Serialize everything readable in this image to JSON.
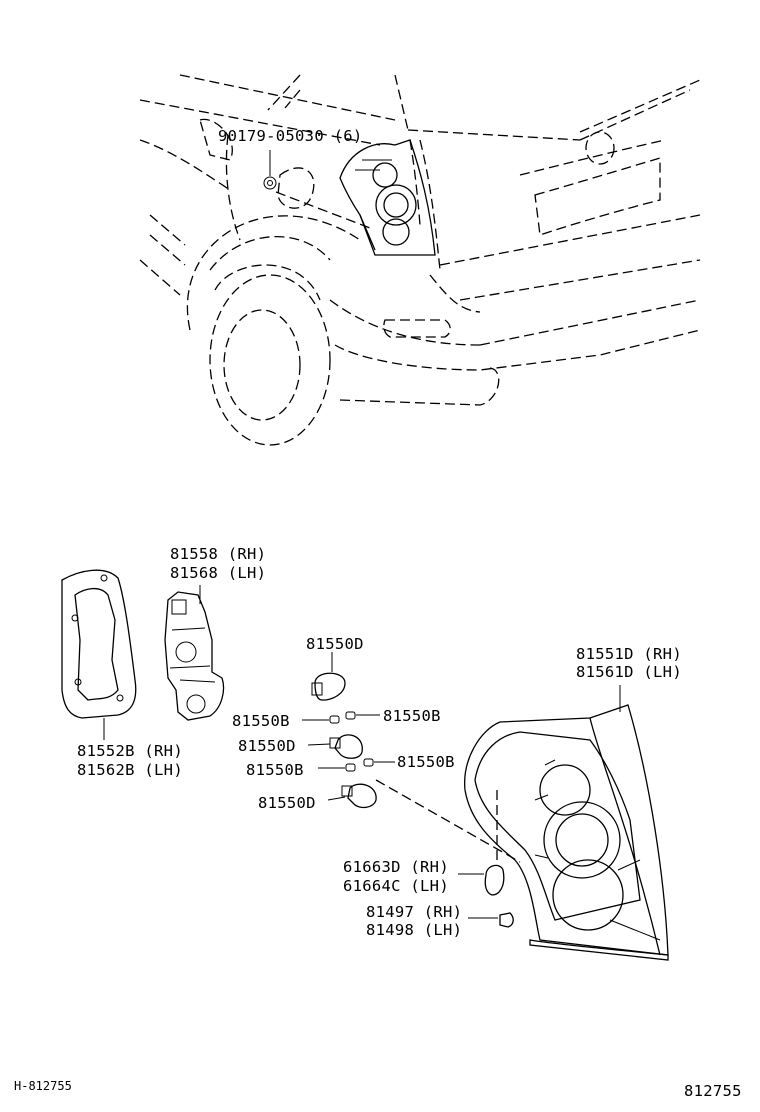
{
  "diagram_id": "H-812755",
  "figure_number": "812755",
  "labels": {
    "bolt_part": "90179-05030 (6)",
    "lamp_socket_rh": "81558 (RH)",
    "lamp_socket_lh": "81568 (LH)",
    "bulb_d_top": "81550D",
    "bulb_b_left_1": "81550B",
    "bulb_b_right_1": "81550B",
    "bulb_d_mid": "81550D",
    "bulb_b_left_2": "81550B",
    "bulb_b_right_2": "81550B",
    "bulb_d_bottom": "81550D",
    "gasket_rh": "81552B (RH)",
    "gasket_lh": "81562B (LH)",
    "lens_rh": "81551D (RH)",
    "lens_lh": "81561D (LH)",
    "cushion_rh": "61663D (RH)",
    "cushion_lh": "61664C (LH)",
    "clip_rh": "81497 (RH)",
    "clip_lh": "81498 (LH)"
  }
}
